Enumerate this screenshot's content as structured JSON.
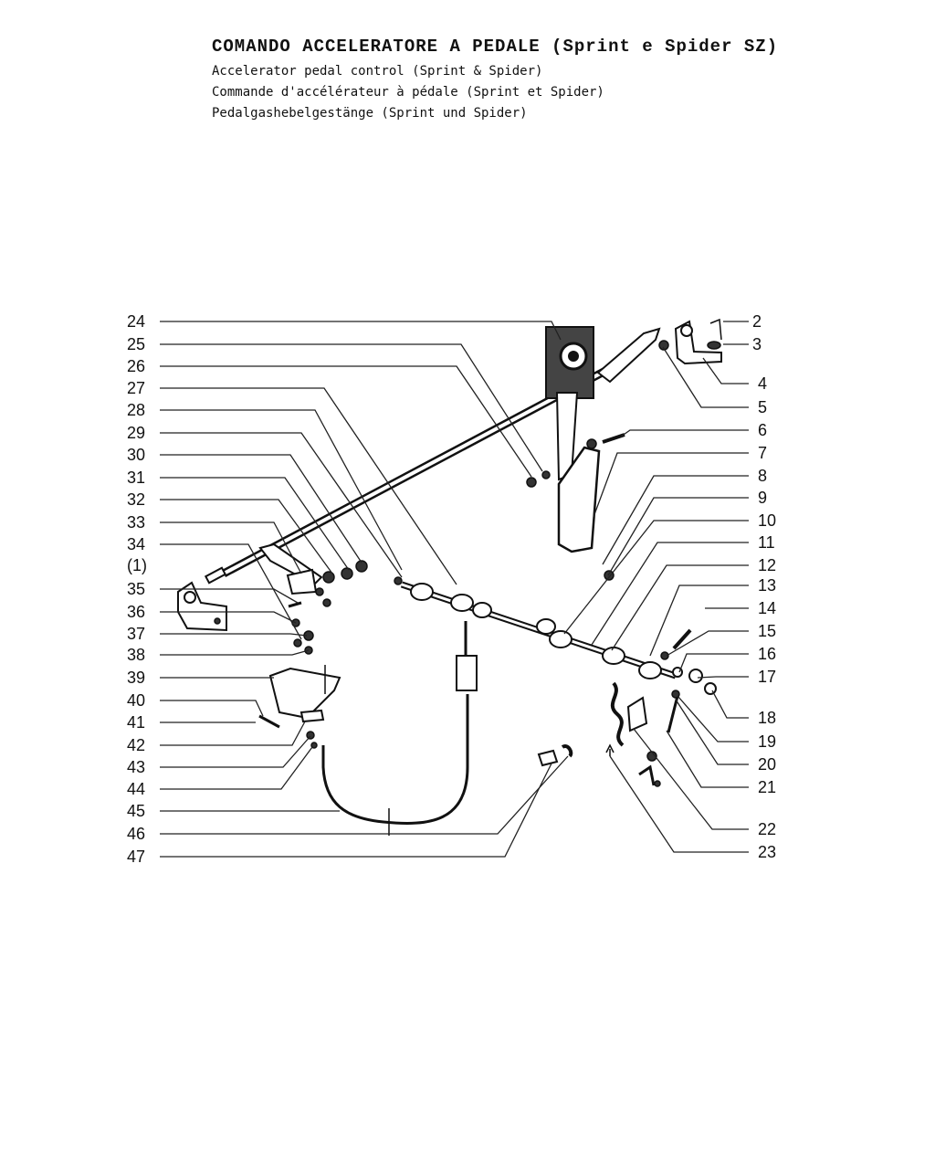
{
  "titles": {
    "it": "COMANDO ACCELERATORE A PEDALE (Sprint e Spider SZ)",
    "en": "Accelerator pedal control (Sprint & Spider)",
    "fr": "Commande d'accélérateur à pédale (Sprint et Spider)",
    "de": "Pedalgashebelgestänge (Sprint und Spider)"
  },
  "labels_left": [
    "24",
    "25",
    "26",
    "27",
    "28",
    "29",
    "30",
    "31",
    "32",
    "33",
    "34",
    "(1)",
    "35",
    "36",
    "37",
    "38",
    "39",
    "40",
    "41",
    "42",
    "43",
    "44",
    "45",
    "46",
    "47"
  ],
  "labels_right": [
    "2",
    "3",
    "4",
    "5",
    "6",
    "7",
    "8",
    "9",
    "10",
    "11",
    "12",
    "13",
    "14",
    "15",
    "16",
    "17",
    "18",
    "19",
    "20",
    "21",
    "22",
    "23"
  ]
}
